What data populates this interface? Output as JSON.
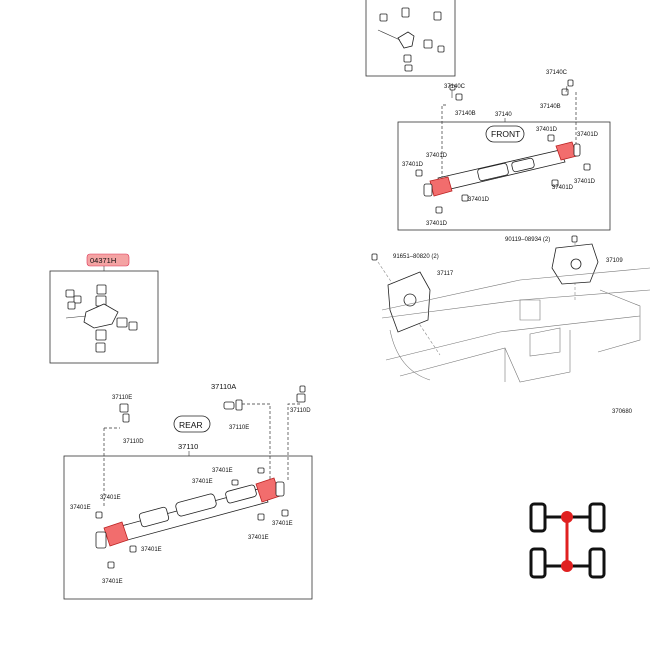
{
  "labels": {
    "front_37140c_left": "37140C",
    "front_37140c_right": "37140C",
    "front_37140b_left": "37140B",
    "front_37140b_right": "37140B",
    "front_37140": "37140",
    "front_title": "FRONT",
    "front_37401d_a": "37401D",
    "front_37401d_b": "37401D",
    "front_37401d_c": "37401D",
    "front_37401d_d": "37401D",
    "front_37401d_e": "37401D",
    "front_37401d_f": "37401D",
    "front_37401d_g": "37401D",
    "front_37401d_h": "37401D",
    "bolt_90119": "90119–08934 (2)",
    "bolt_91651": "91651–80820 (2)",
    "bracket_37117": "37117",
    "bracket_37109": "37109",
    "ref_code": "370680",
    "kit_04371": "04371H",
    "rear_37110e_a": "37110E",
    "rear_37110d_a": "37110D",
    "rear_37110a": "37110A",
    "rear_37110e_b": "37110E",
    "rear_37110d_b": "37110D",
    "rear_title": "REAR",
    "rear_37110": "37110",
    "rear_37401e_a": "37401E",
    "rear_37401e_b": "37401E",
    "rear_37401e_c": "37401E",
    "rear_37401e_d": "37401E",
    "rear_37401e_e": "37401E",
    "rear_37401e_f": "37401E",
    "rear_37401e_g": "37401E",
    "rear_37401e_h": "37401E"
  },
  "colors": {
    "highlight": "#f26d6d",
    "highlight_stroke": "#b22222",
    "kit_badge": "#f4a3a3",
    "line": "#222222"
  },
  "icons": {
    "drivetrain": "rear-driveshaft-4x4-icon"
  }
}
